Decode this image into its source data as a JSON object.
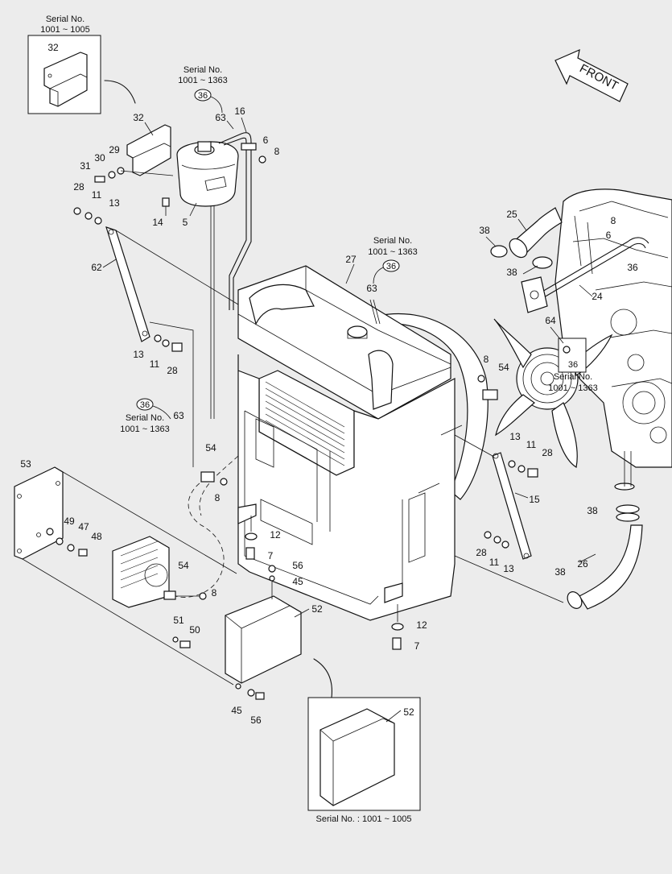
{
  "labels": {
    "front": "FRONT",
    "serial_title": "Serial No.",
    "range_1005": "1001 ~ 1005",
    "range_1363": "1001 ~ 1363",
    "bottom_serial": "Serial No. : 1001 ~ 1005",
    "ref_36": "36"
  },
  "parts": [
    {
      "id": "p32a",
      "text": "32"
    },
    {
      "id": "p32b",
      "text": "32"
    },
    {
      "id": "p29",
      "text": "29"
    },
    {
      "id": "p30",
      "text": "30"
    },
    {
      "id": "p31",
      "text": "31"
    },
    {
      "id": "p28a",
      "text": "28"
    },
    {
      "id": "p11a",
      "text": "11"
    },
    {
      "id": "p13a",
      "text": "13"
    },
    {
      "id": "p14",
      "text": "14"
    },
    {
      "id": "p5",
      "text": "5"
    },
    {
      "id": "p63a",
      "text": "63"
    },
    {
      "id": "p16",
      "text": "16"
    },
    {
      "id": "p6a",
      "text": "6"
    },
    {
      "id": "p8a",
      "text": "8"
    },
    {
      "id": "p62",
      "text": "62"
    },
    {
      "id": "p13b",
      "text": "13"
    },
    {
      "id": "p11b",
      "text": "11"
    },
    {
      "id": "p28b",
      "text": "28"
    },
    {
      "id": "p63b",
      "text": "63"
    },
    {
      "id": "p27",
      "text": "27"
    },
    {
      "id": "p63c",
      "text": "63"
    },
    {
      "id": "p25",
      "text": "25"
    },
    {
      "id": "p38a",
      "text": "38"
    },
    {
      "id": "p38b",
      "text": "38"
    },
    {
      "id": "p8b",
      "text": "8"
    },
    {
      "id": "p6b",
      "text": "6"
    },
    {
      "id": "p36a",
      "text": "36"
    },
    {
      "id": "p24",
      "text": "24"
    },
    {
      "id": "p64",
      "text": "64"
    },
    {
      "id": "p8c",
      "text": "8"
    },
    {
      "id": "p54a",
      "text": "54"
    },
    {
      "id": "p13c",
      "text": "13"
    },
    {
      "id": "p11c",
      "text": "11"
    },
    {
      "id": "p28c",
      "text": "28"
    },
    {
      "id": "p15",
      "text": "15"
    },
    {
      "id": "p38c",
      "text": "38"
    },
    {
      "id": "p28d",
      "text": "28"
    },
    {
      "id": "p11d",
      "text": "11"
    },
    {
      "id": "p13d",
      "text": "13"
    },
    {
      "id": "p26",
      "text": "26"
    },
    {
      "id": "p38d",
      "text": "38"
    },
    {
      "id": "p54b",
      "text": "54"
    },
    {
      "id": "p8d",
      "text": "8"
    },
    {
      "id": "p53",
      "text": "53"
    },
    {
      "id": "p49",
      "text": "49"
    },
    {
      "id": "p47",
      "text": "47"
    },
    {
      "id": "p48",
      "text": "48"
    },
    {
      "id": "p12a",
      "text": "12"
    },
    {
      "id": "p7a",
      "text": "7"
    },
    {
      "id": "p56a",
      "text": "56"
    },
    {
      "id": "p45a",
      "text": "45"
    },
    {
      "id": "p54c",
      "text": "54"
    },
    {
      "id": "p8e",
      "text": "8"
    },
    {
      "id": "p52a",
      "text": "52"
    },
    {
      "id": "p51",
      "text": "51"
    },
    {
      "id": "p50",
      "text": "50"
    },
    {
      "id": "p12b",
      "text": "12"
    },
    {
      "id": "p7b",
      "text": "7"
    },
    {
      "id": "p45b",
      "text": "45"
    },
    {
      "id": "p56b",
      "text": "56"
    },
    {
      "id": "p52b",
      "text": "52"
    }
  ]
}
